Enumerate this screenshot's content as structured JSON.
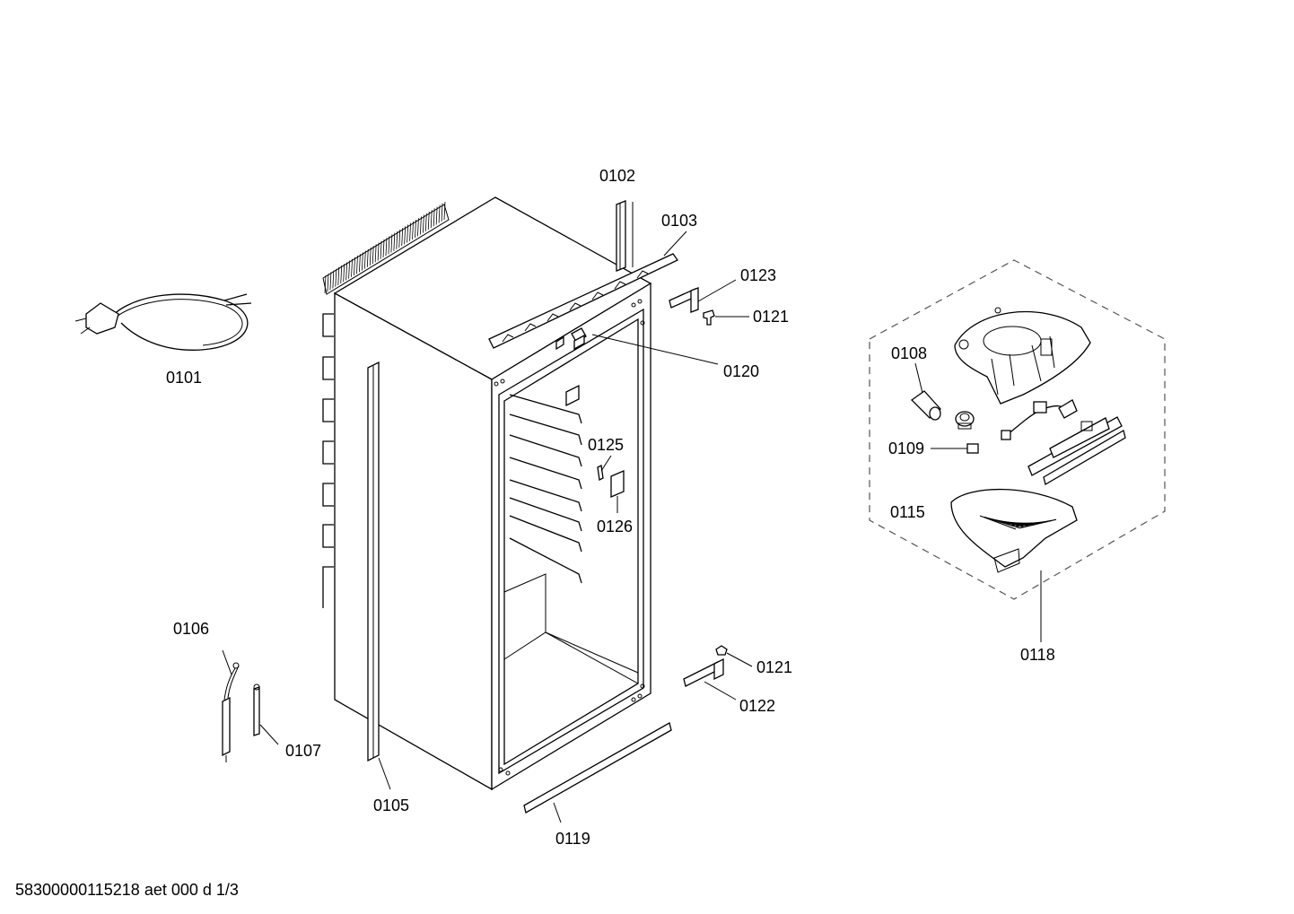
{
  "labels": {
    "p0101": "0101",
    "p0102": "0102",
    "p0103": "0103",
    "p0105": "0105",
    "p0106": "0106",
    "p0107": "0107",
    "p0108": "0108",
    "p0109": "0109",
    "p0115": "0115",
    "p0118": "0118",
    "p0119": "0119",
    "p0120": "0120",
    "p0121a": "0121",
    "p0121b": "0121",
    "p0122": "0122",
    "p0123": "0123",
    "p0125": "0125",
    "p0126": "0126"
  },
  "footer": {
    "code": "58300000115218 aet 000 d 1/3"
  }
}
